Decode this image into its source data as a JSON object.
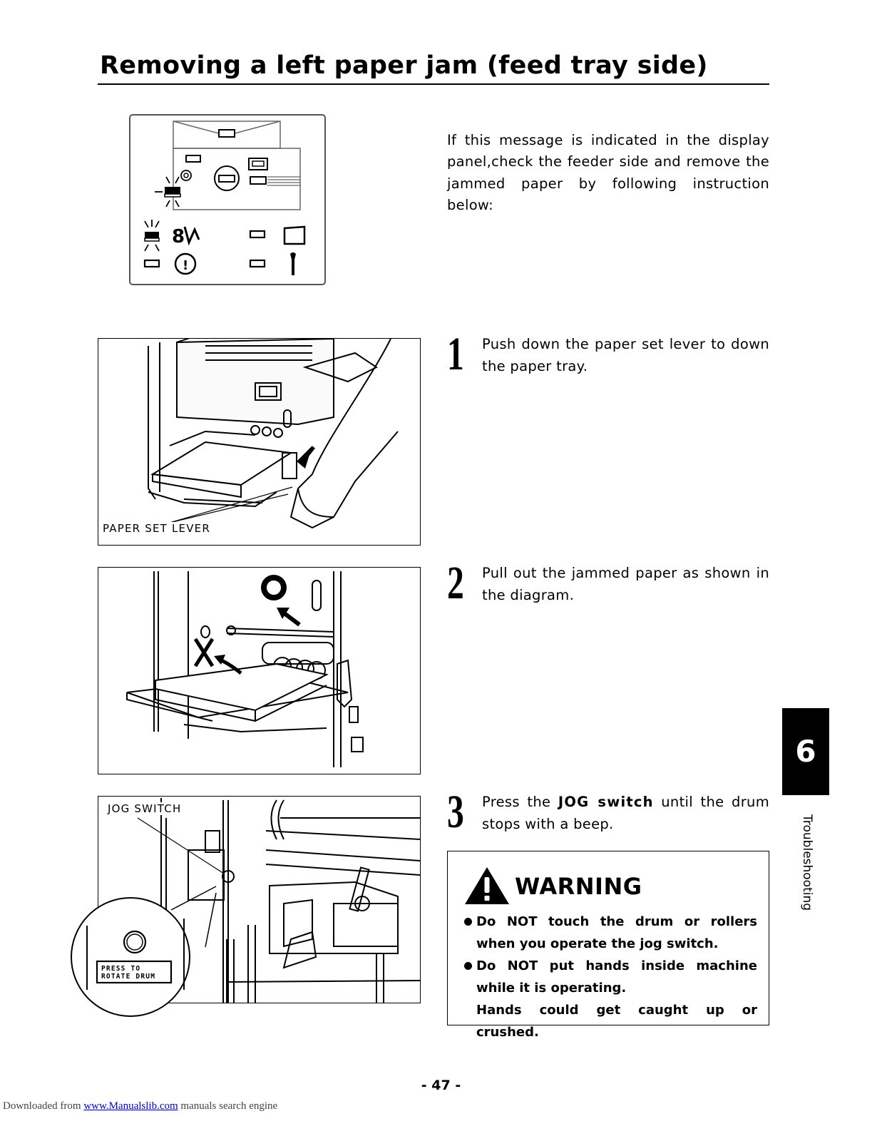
{
  "page": {
    "title": "Removing a left paper jam (feed tray side)",
    "intro": "If this message is indicated in the display panel,check the feeder side and remove the jammed paper by following instruction below:",
    "page_number": "- 47 -"
  },
  "figures": {
    "paper_set_lever_label": "PAPER SET LEVER",
    "jog_switch_label": "JOG SWITCH",
    "jog_plate_line1": "PRESS TO",
    "jog_plate_line2": "ROTATE DRUM"
  },
  "steps": [
    {
      "number": "1",
      "text": "Push down the paper set lever to down the paper tray."
    },
    {
      "number": "2",
      "text": "Pull out the jammed paper as shown in the diagram."
    },
    {
      "number": "3",
      "text_before": "Press the ",
      "text_bold": "JOG switch",
      "text_after": " until the drum stops with a beep."
    }
  ],
  "warning": {
    "title": "WARNING",
    "items": [
      "Do NOT touch the drum or rollers when you operate the jog switch.",
      "Do NOT put hands inside machine while it is operating."
    ],
    "note": "Hands could get caught up or crushed."
  },
  "chapter": {
    "number": "6",
    "label": "Troubleshooting"
  },
  "footer": {
    "prefix": "Downloaded from ",
    "link_text": "www.Manualslib.com",
    "suffix": " manuals search engine"
  }
}
